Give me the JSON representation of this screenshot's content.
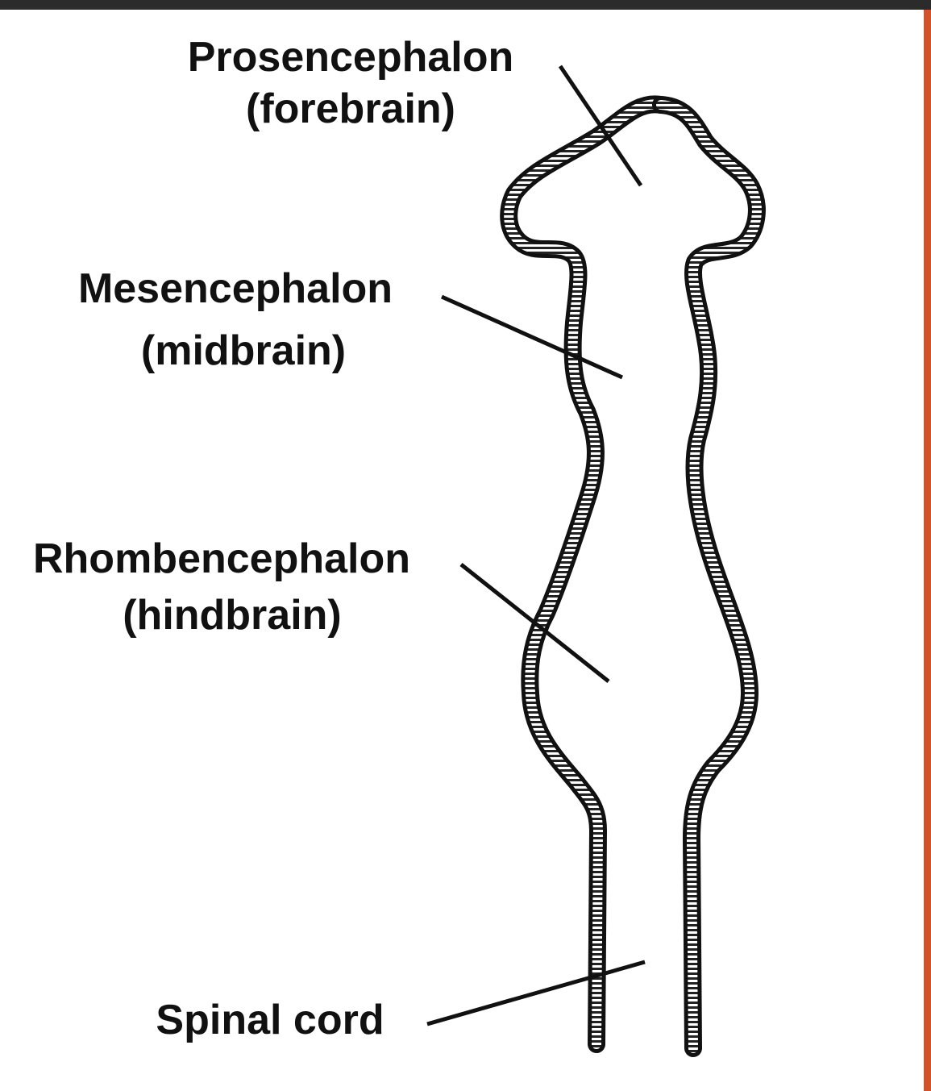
{
  "colors": {
    "top_bar": "#2b2b2b",
    "right_stripe": "#d2532a",
    "ink": "#111111",
    "background": "#ffffff"
  },
  "labels": {
    "prosencephalon": {
      "name": "Prosencephalon",
      "sub": "(forebrain)"
    },
    "mesencephalon": {
      "name": "Mesencephalon",
      "sub": "(midbrain)"
    },
    "rhombencephalon": {
      "name": "Rhombencephalon",
      "sub": "(hindbrain)"
    },
    "spinal_cord": {
      "name": "Spinal cord"
    }
  }
}
